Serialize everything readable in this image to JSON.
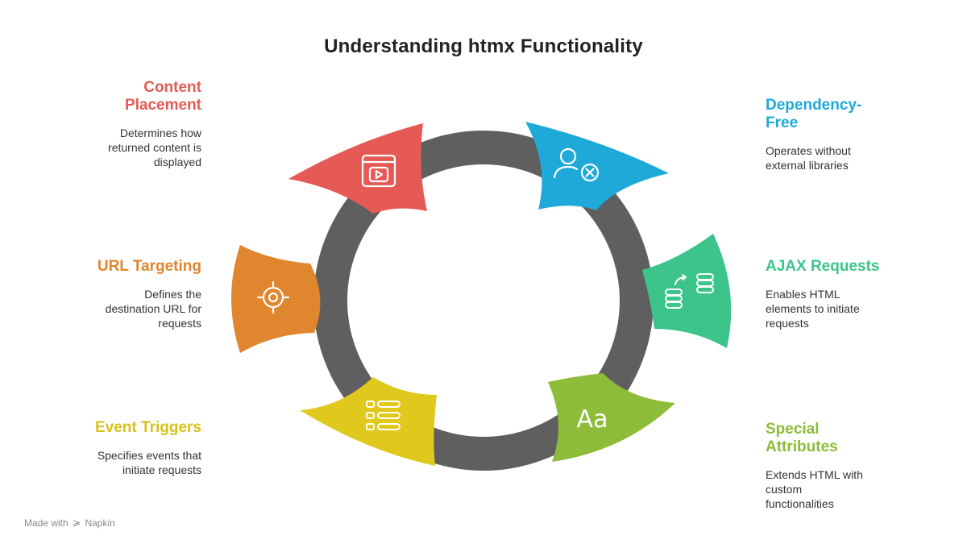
{
  "title": "Understanding htmx Functionality",
  "colors": {
    "ring": "#5f5f5f",
    "content_placement": "#e55a55",
    "dependency_free": "#1fa9d9",
    "ajax_requests": "#3cc48a",
    "special_attributes": "#8cbc3a",
    "event_triggers": "#e0c91c",
    "url_targeting": "#e0862f"
  },
  "segments": [
    {
      "key": "content_placement",
      "title": "Content Placement",
      "title_lines": [
        "Content",
        "Placement"
      ],
      "desc_lines": [
        "Determines how",
        "returned content is",
        "displayed"
      ],
      "icon": "book-play-icon"
    },
    {
      "key": "dependency_free",
      "title": "Dependency-Free",
      "title_lines": [
        "Dependency-",
        "Free"
      ],
      "desc_lines": [
        "Operates without",
        "external libraries"
      ],
      "icon": "user-x-icon"
    },
    {
      "key": "ajax_requests",
      "title": "AJAX Requests",
      "title_lines": [
        "AJAX Requests"
      ],
      "desc_lines": [
        "Enables HTML",
        "elements to initiate",
        "requests"
      ],
      "icon": "database-transfer-icon"
    },
    {
      "key": "special_attributes",
      "title": "Special Attributes",
      "title_lines": [
        "Special",
        "Attributes"
      ],
      "desc_lines": [
        "Extends HTML with",
        "custom",
        "functionalities"
      ],
      "icon": "typography-icon",
      "icon_text": "Aa"
    },
    {
      "key": "event_triggers",
      "title": "Event Triggers",
      "title_lines": [
        "Event Triggers"
      ],
      "desc_lines": [
        "Specifies events that",
        "initiate requests"
      ],
      "icon": "list-icon"
    },
    {
      "key": "url_targeting",
      "title": "URL Targeting",
      "title_lines": [
        "URL Targeting"
      ],
      "desc_lines": [
        "Defines the",
        "destination URL for",
        "requests"
      ],
      "icon": "target-icon"
    }
  ],
  "footer": {
    "made_with": "Made with",
    "brand": "Napkin"
  }
}
